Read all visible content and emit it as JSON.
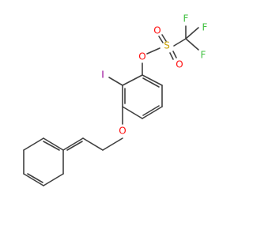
{
  "atoms": {
    "o_triflate": {
      "label": "O",
      "color": "#ff0d0d"
    },
    "s": {
      "label": "S",
      "color": "#c8a000"
    },
    "o_s_top": {
      "label": "O",
      "color": "#ff0d0d"
    },
    "o_s_bottom": {
      "label": "O",
      "color": "#ff0d0d"
    },
    "f_top": {
      "label": "F",
      "color": "#40c040"
    },
    "f_right": {
      "label": "F",
      "color": "#40c040"
    },
    "f_bottom": {
      "label": "F",
      "color": "#40c040"
    },
    "iodine": {
      "label": "I",
      "color": "#940094"
    },
    "o_benzyl": {
      "label": "O",
      "color": "#ff0d0d"
    }
  },
  "colors": {
    "bond": "#404040",
    "background": "#ffffff"
  }
}
